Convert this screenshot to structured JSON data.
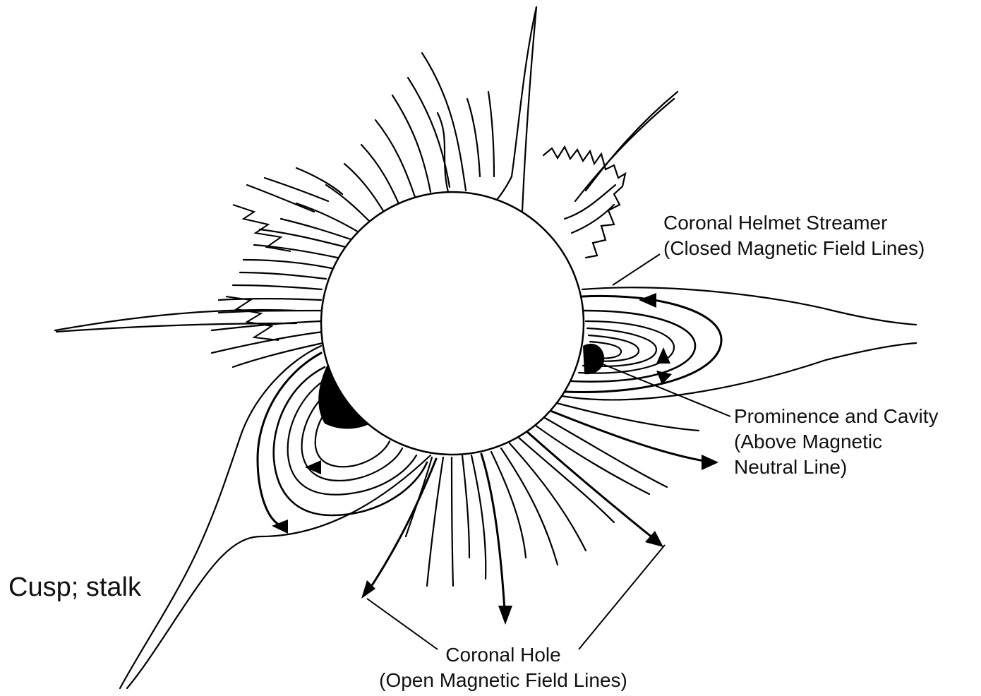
{
  "labels": {
    "helmet_streamer": {
      "line1": "Coronal Helmet Streamer",
      "line2": "(Closed Magnetic Field Lines)"
    },
    "prominence": {
      "line1": "Prominence and Cavity",
      "line2": "(Above Magnetic",
      "line3": "Neutral Line)"
    },
    "coronal_hole": {
      "line1": "Coronal Hole",
      "line2": "(Open Magnetic Field Lines)"
    },
    "cusp": "Cusp; stalk"
  },
  "colors": {
    "background": "#ffffff",
    "ink": "#000000"
  }
}
